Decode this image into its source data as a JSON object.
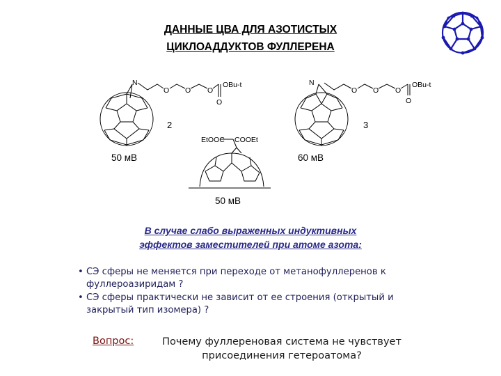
{
  "slide": {
    "title_line1": "ДАННЫЕ ЦВА ДЛЯ АЗОТИСТЫХ",
    "title_line2": "ЦИКЛОАДДУКТОВ ФУЛЛЕРЕНА",
    "logo_icon": "fullerene-c60-icon",
    "accent_color": "#1a1ab0"
  },
  "structures": {
    "s2": {
      "n_label": "N",
      "o1": "O",
      "o2": "O",
      "o3": "O",
      "ester": "OBu-t",
      "carbonyl": "O",
      "number": "2",
      "potential": "50 мВ"
    },
    "s3": {
      "n_label": "N",
      "o1": "O",
      "o2": "O",
      "o3": "O",
      "ester": "OBu-t",
      "carbonyl": "O",
      "number": "3",
      "potential": "60 мВ"
    },
    "s4": {
      "left_group": "EtOOC",
      "right_group": "COOEt",
      "potential": "50 мВ"
    }
  },
  "conclusion": {
    "heading_line1": "В случае слабо выраженных индуктивных",
    "heading_line2": "эффектов заместителей при атоме азота:",
    "bullets": [
      "СЭ сферы не меняется при переходе от метанофуллеренов к фуллероазиридам ?",
      "СЭ сферы практически не зависит от ее строения (открытый и закрытый тип изомера) ?"
    ]
  },
  "question": {
    "label": "Вопрос:",
    "text": "Почему фуллереновая система не чувствует присоединения гетероатома?"
  }
}
